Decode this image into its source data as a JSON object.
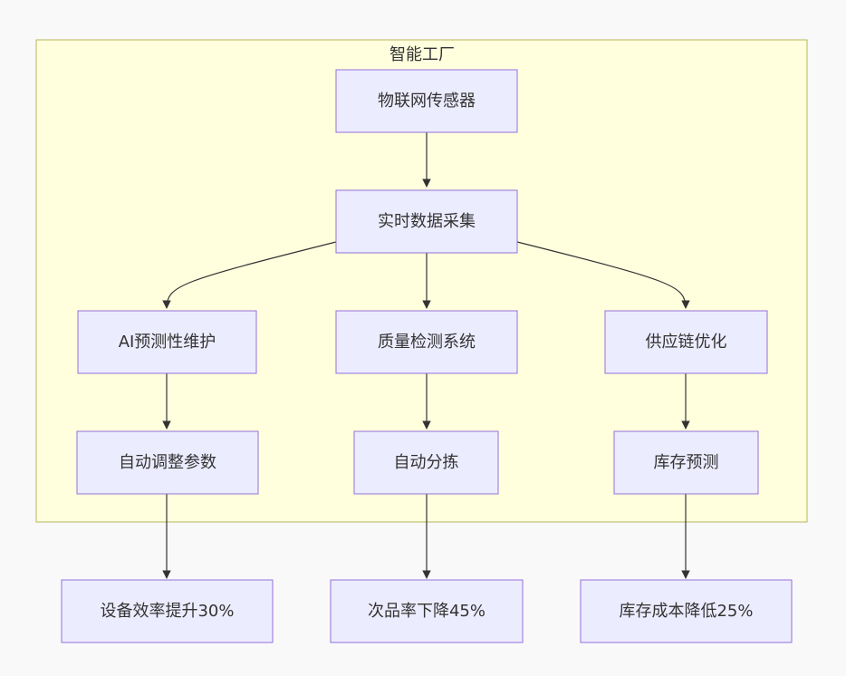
{
  "cluster": {
    "title": "智能工厂"
  },
  "nodes": {
    "sensor": "物联网传感器",
    "collect": "实时数据采集",
    "ai": "AI预测性维护",
    "quality": "质量检测系统",
    "supply": "供应链优化",
    "adjust": "自动调整参数",
    "sort": "自动分拣",
    "inventory": "库存预测",
    "efficiency": "设备效率提升30%",
    "defect": "次品率下降45%",
    "cost": "库存成本降低25%"
  },
  "colors": {
    "cluster_fill": "#ffffde",
    "cluster_stroke": "#b6b65a",
    "node_fill": "#ececff",
    "node_stroke": "#9370db",
    "edge": "#333333",
    "background": "#f9f9fa"
  }
}
